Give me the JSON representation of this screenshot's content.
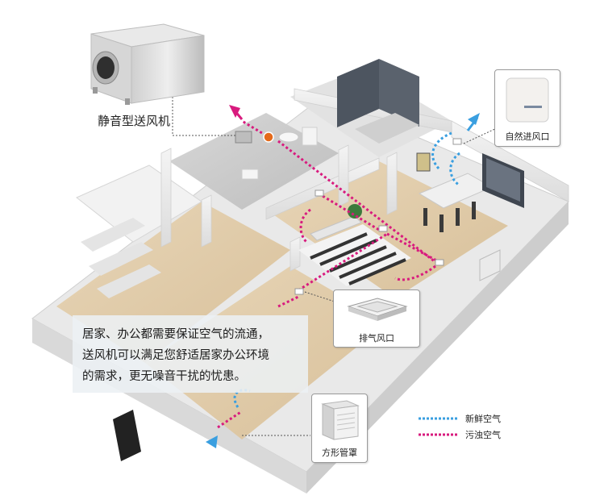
{
  "product_label": "静音型送风机",
  "callouts": {
    "natural_inlet": "自然进风口",
    "exhaust_outlet": "排气风口",
    "square_hood": "方形管罩"
  },
  "caption_lines": [
    "居家、办公都需要保证空气的流通，",
    "送风机可以满足您舒适居家办公环境",
    "的需求，更无噪音干扰的忧患。"
  ],
  "legend": {
    "fresh_air": "新鲜空气",
    "dirty_air": "污浊空气"
  },
  "colors": {
    "fresh_air": "#3a9fe0",
    "dirty_air": "#d81b7e"
  },
  "icons": [
    "fan-box-icon",
    "vent-panel-icon",
    "ceiling-grille-icon",
    "square-hood-icon"
  ]
}
